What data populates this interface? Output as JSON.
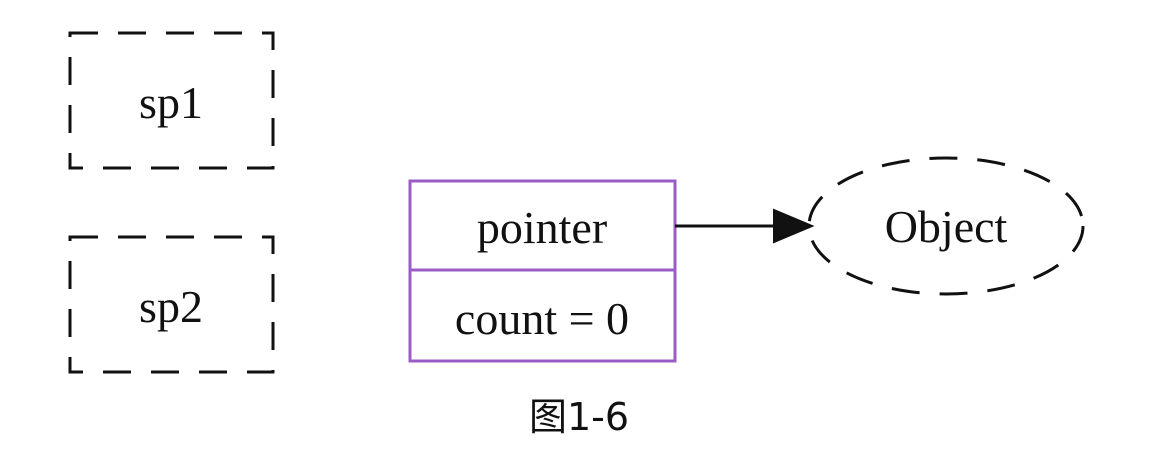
{
  "diagram": {
    "nodes": {
      "sp1": {
        "label": "sp1"
      },
      "sp2": {
        "label": "sp2"
      },
      "pointer_record": {
        "fields": [
          "pointer",
          "count = 0"
        ],
        "border_color": "#9a5cc6"
      },
      "object": {
        "label": "Object"
      }
    },
    "edges": [
      {
        "from": "pointer_record.pointer",
        "to": "object"
      }
    ],
    "line_color": "#111111"
  },
  "caption": "图1-6"
}
